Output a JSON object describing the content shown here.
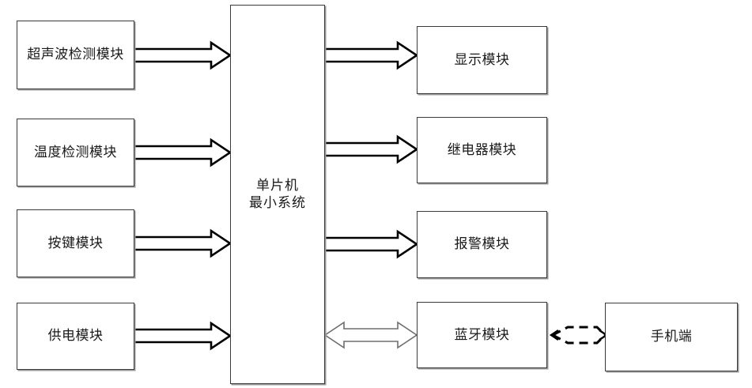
{
  "diagram": {
    "title": "单片机最小系统框图",
    "type": "block-diagram",
    "background_color": "#ffffff",
    "line_color": "#3a3a3a",
    "shadow_color": "#9a9a9a",
    "text_color": "#1a1a1a"
  },
  "blocks": {
    "ultrasonic": {
      "label": "超声波检测模块"
    },
    "temperature": {
      "label": "温度检测模块"
    },
    "keypad": {
      "label": "按键模块"
    },
    "power": {
      "label": "供电模块"
    },
    "mcu": {
      "label": "单片机\n最小系统"
    },
    "display": {
      "label": "显示模块"
    },
    "relay": {
      "label": "继电器模块"
    },
    "alarm": {
      "label": "报警模块"
    },
    "bluetooth": {
      "label": "蓝牙模块"
    },
    "phone": {
      "label": "手机端"
    }
  },
  "connections": [
    {
      "name": "ultrasonic-to-mcu",
      "from": "超声波检测模块",
      "to": "单片机最小系统",
      "style": "solid-block-arrow",
      "direction": "right"
    },
    {
      "name": "temperature-to-mcu",
      "from": "温度检测模块",
      "to": "单片机最小系统",
      "style": "solid-block-arrow",
      "direction": "right"
    },
    {
      "name": "keypad-to-mcu",
      "from": "按键模块",
      "to": "单片机最小系统",
      "style": "solid-block-arrow",
      "direction": "right"
    },
    {
      "name": "power-to-mcu",
      "from": "供电模块",
      "to": "单片机最小系统",
      "style": "solid-block-arrow",
      "direction": "right"
    },
    {
      "name": "mcu-to-display",
      "from": "单片机最小系统",
      "to": "显示模块",
      "style": "solid-block-arrow",
      "direction": "right"
    },
    {
      "name": "mcu-to-relay",
      "from": "单片机最小系统",
      "to": "继电器模块",
      "style": "solid-block-arrow",
      "direction": "right"
    },
    {
      "name": "mcu-to-alarm",
      "from": "单片机最小系统",
      "to": "报警模块",
      "style": "solid-block-arrow",
      "direction": "right"
    },
    {
      "name": "mcu-to-bluetooth",
      "from": "单片机最小系统",
      "to": "蓝牙模块",
      "style": "hollow-block-arrow",
      "direction": "bidirectional"
    },
    {
      "name": "bluetooth-to-phone",
      "from": "蓝牙模块",
      "to": "手机端",
      "style": "dashed-arrow",
      "direction": "bidirectional"
    }
  ]
}
